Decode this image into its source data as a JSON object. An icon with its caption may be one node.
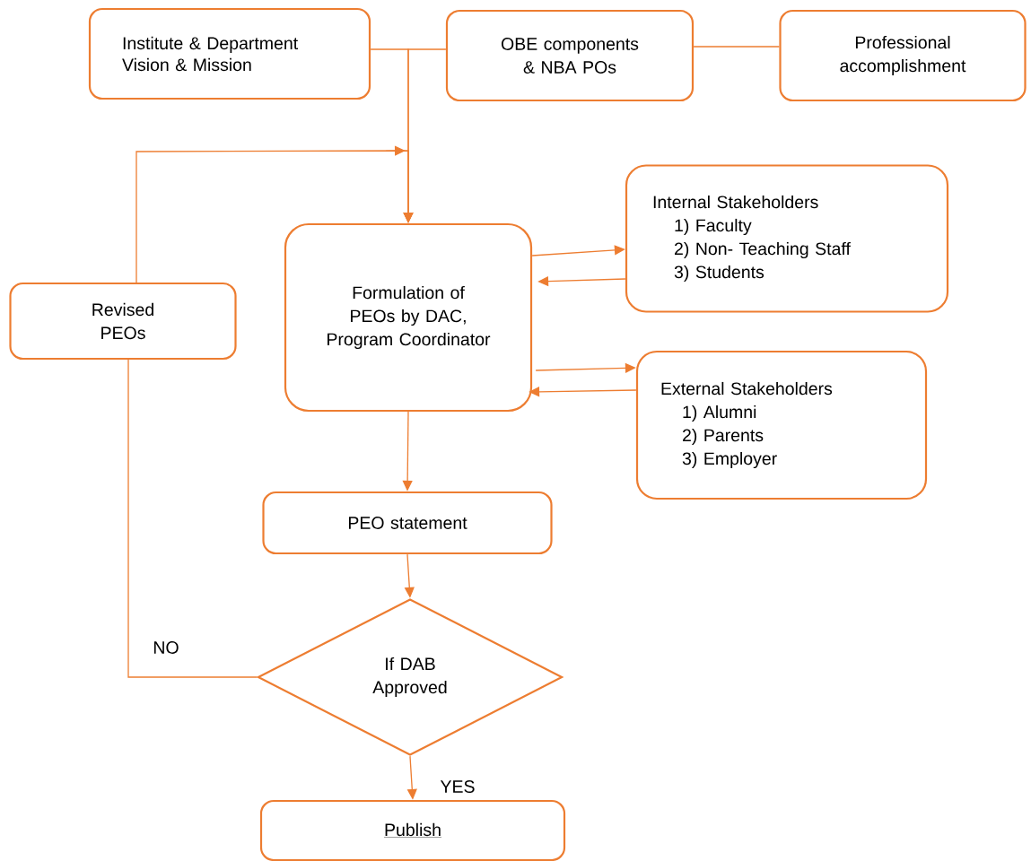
{
  "diagram": {
    "nodes": [
      {
        "text": [
          "Institute & Department Vision & Mission"
        ]
      },
      {
        "text": [
          "OBE components & NBA POs"
        ]
      },
      {
        "text": [
          "Professional accomplishment"
        ]
      },
      {
        "text": [
          "Formulation of PEOs by DAC, Program Coordinator"
        ]
      },
      {
        "text": [
          "Internal Stakeholders",
          "1) Faculty",
          "2) Non- Teaching Staff",
          "3) Students"
        ]
      },
      {
        "text": [
          "External Stakeholders",
          "1) Alumni",
          "2) Parents",
          "3) Employer"
        ]
      },
      {
        "text": [
          "Revised PEOs"
        ]
      },
      {
        "text": [
          "PEO statement"
        ]
      },
      {
        "text": [
          "If DAB Approved"
        ]
      },
      {
        "text": [
          "Publish"
        ]
      }
    ],
    "edges": [
      {
        "from": 0,
        "to": 3,
        "arrow": "to"
      },
      {
        "from": 1,
        "to": 3,
        "arrow": "to"
      },
      {
        "from": 1,
        "to": 2,
        "arrow": "none"
      },
      {
        "from": 3,
        "to": 4,
        "arrow": "to"
      },
      {
        "from": 4,
        "to": 3,
        "arrow": "to"
      },
      {
        "from": 3,
        "to": 5,
        "arrow": "to"
      },
      {
        "from": 5,
        "to": 3,
        "arrow": "to"
      },
      {
        "from": 3,
        "to": 7,
        "arrow": "to"
      },
      {
        "from": 7,
        "to": 8,
        "arrow": "to"
      },
      {
        "from": 8,
        "to": 9,
        "arrow": "to",
        "label": "YES"
      },
      {
        "from": 8,
        "to": 6,
        "arrow": "none",
        "label": "NO"
      },
      {
        "from": 6,
        "to": 3,
        "arrow": "to"
      }
    ]
  }
}
